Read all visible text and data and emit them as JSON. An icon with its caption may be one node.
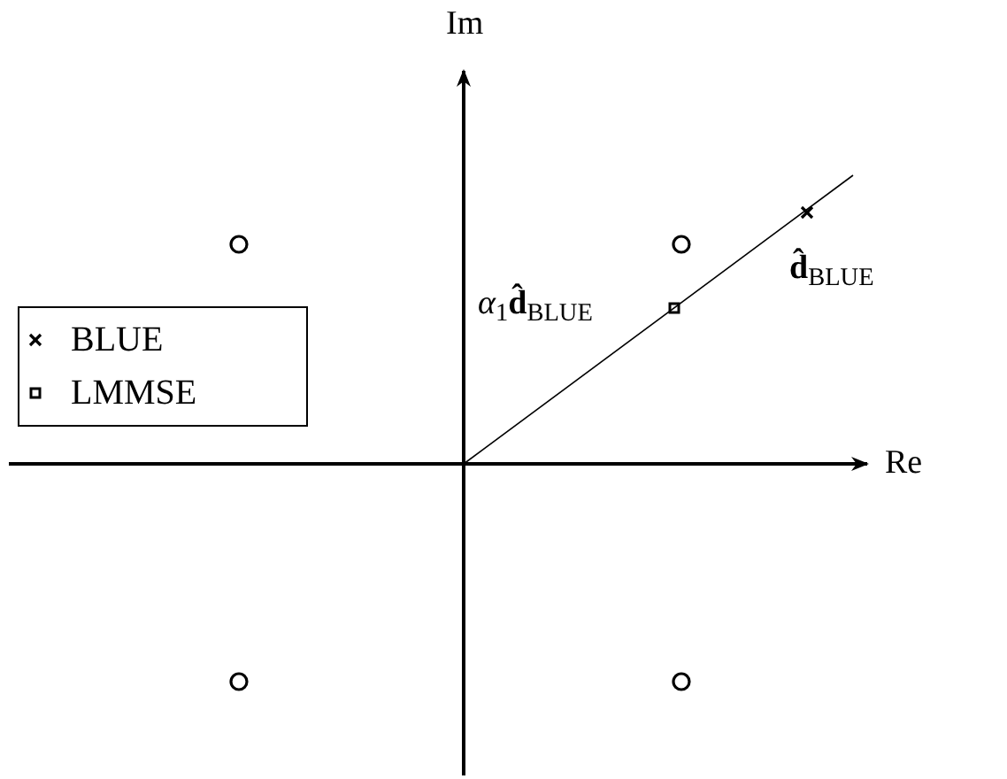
{
  "diagram": {
    "labels": [
      "Im",
      "Re",
      "*α*$_{1}$**d̂**$_{BLUE}$",
      "**d̂**$_{BLUE}$"
    ],
    "legend": [
      {
        "text": "BLUE"
      },
      {
        "text": "LMMSE"
      }
    ]
  }
}
